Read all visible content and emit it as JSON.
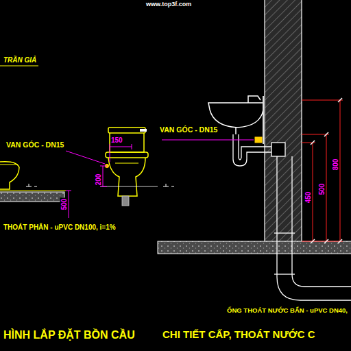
{
  "diagram": {
    "labels": [
      "www.top3f.com",
      "TRẦN GIẢ",
      "VAN GÓC - DN15",
      "150",
      "200",
      "500",
      "THOÁT PHÂN - uPVC DN100, i=1%",
      "VAN GÓC - DN15",
      "450",
      "500",
      "800",
      "ỐNG THOÁT NƯỚC BẨN - uPVC DN40,",
      "HÌNH LẮP ĐẶT BỒN CẦU",
      "CHI TIẾT CẤP, THOÁT NƯỚC C"
    ]
  }
}
